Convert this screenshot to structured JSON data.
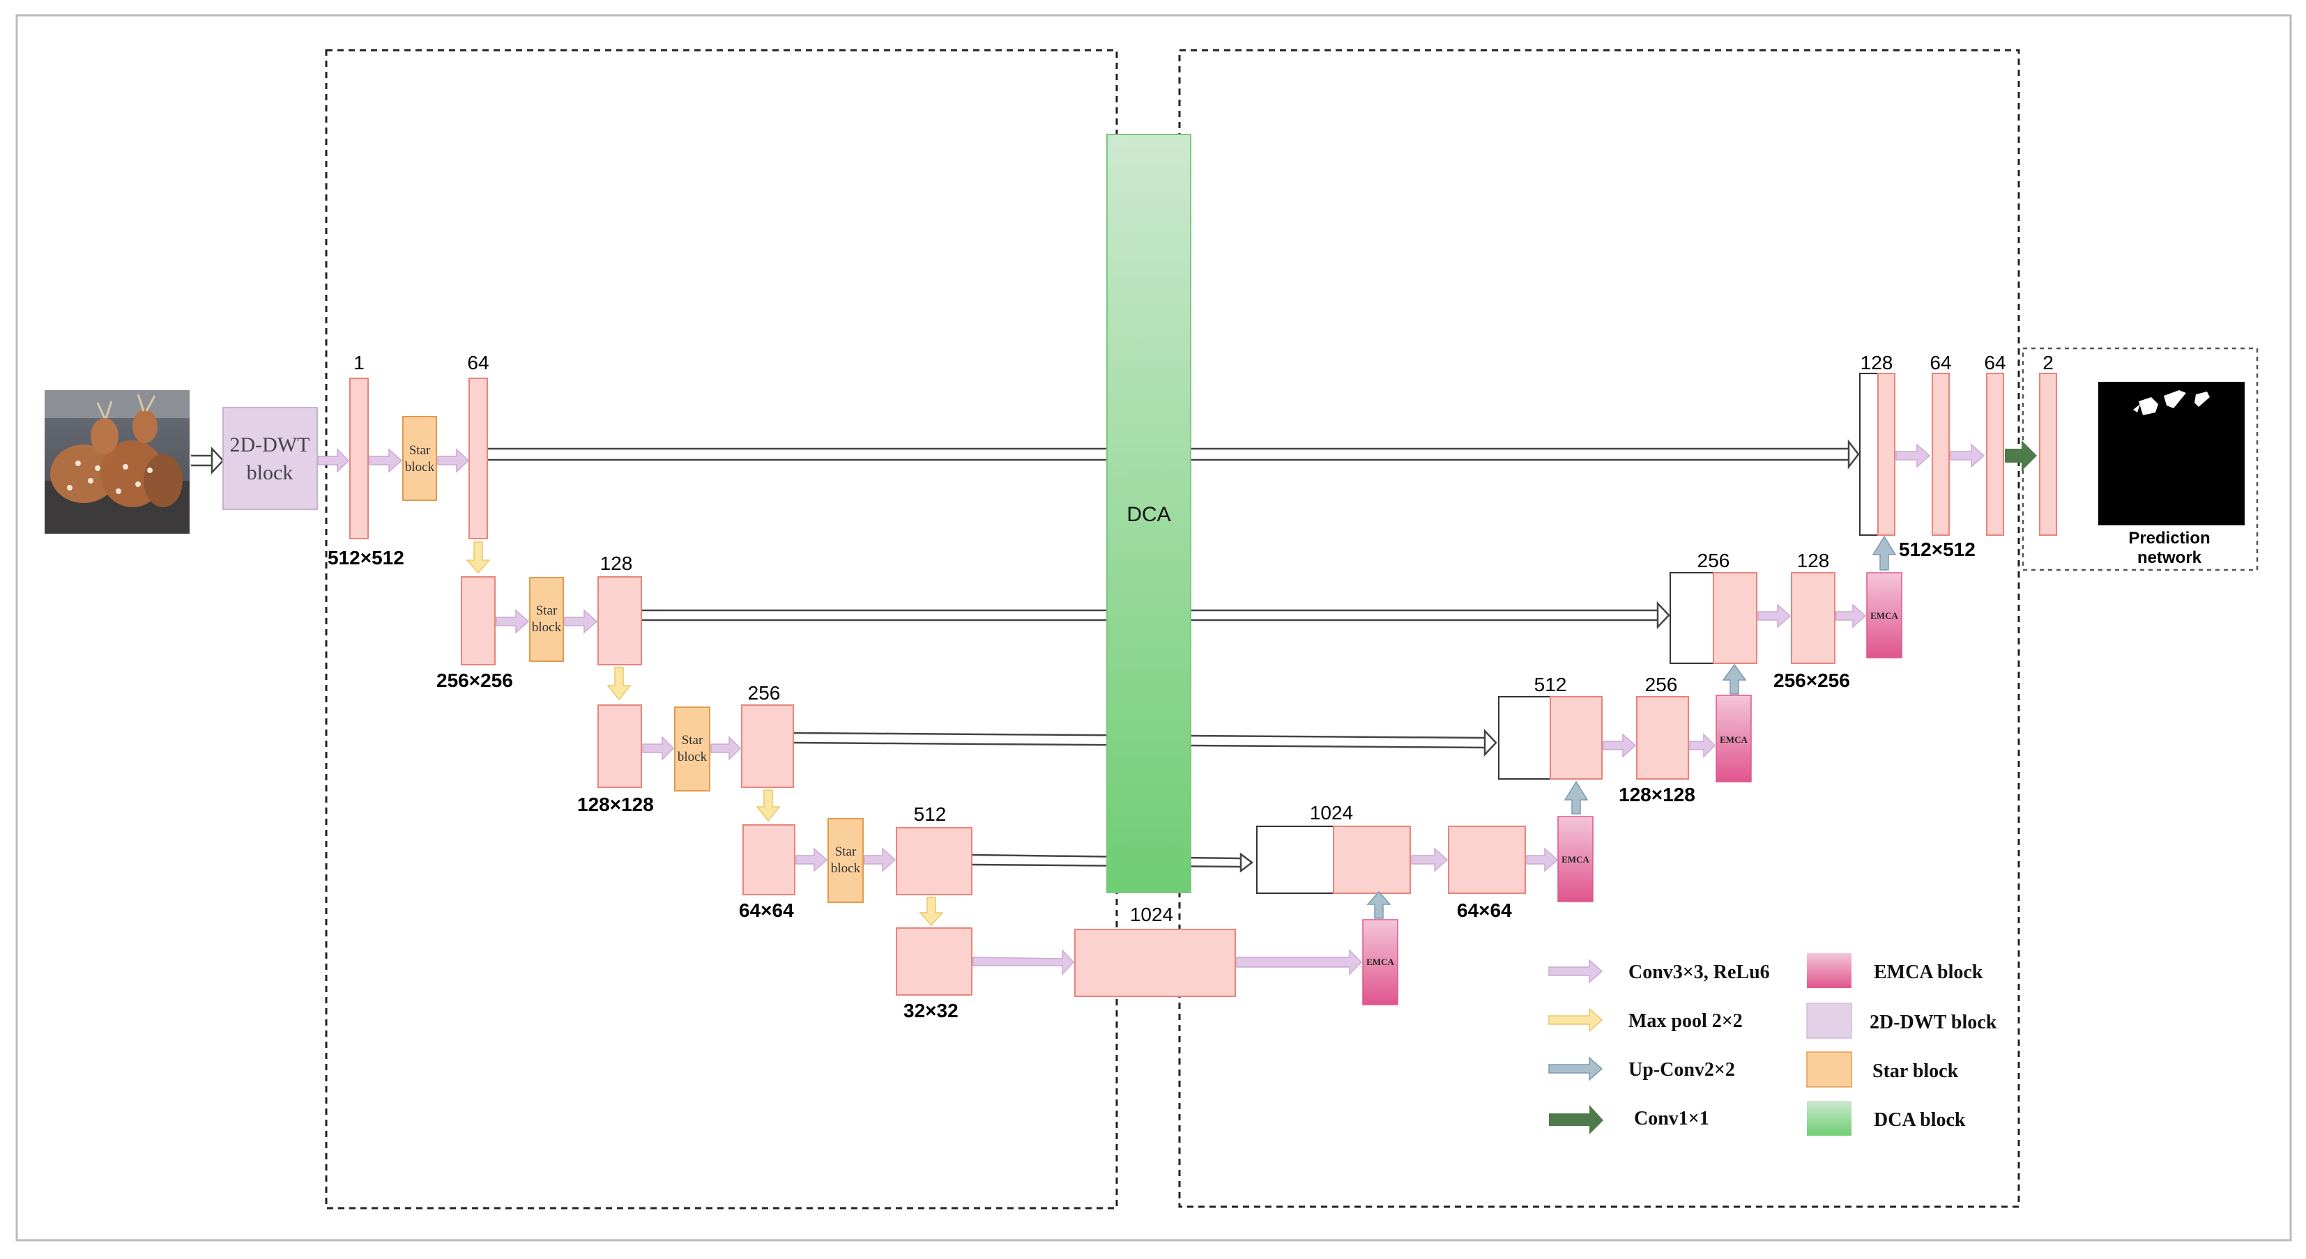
{
  "blocks": {
    "dwt": [
      "2D-DWT",
      "block"
    ],
    "star": [
      "Star",
      "block"
    ],
    "emca": "EMCA",
    "dca": "DCA"
  },
  "channels": {
    "enc1_in": "1",
    "enc1_out": "64",
    "enc2": "128",
    "enc3": "256",
    "enc4": "512",
    "bottleneck": "1024",
    "dec4_cat": "1024",
    "dec3_cat": "512",
    "dec3_out": "256",
    "dec2_cat": "256",
    "dec2_out": "128",
    "dec1_cat": "128",
    "dec1_a": "64",
    "dec1_b": "64",
    "final": "2"
  },
  "resolutions": {
    "r512_left": "512×512",
    "r256_left": "256×256",
    "r128_left": "128×128",
    "r64_left": "64×64",
    "r32": "32×32",
    "r64_right": "64×64",
    "r128_right": "128×128",
    "r256_right": "256×256",
    "r512_right": "512×512"
  },
  "prediction": [
    "Prediction",
    "network"
  ],
  "legend": {
    "conv": "Conv3×3, ReLu6",
    "maxpool": "Max pool 2×2",
    "upconv": "Up-Conv2×2",
    "conv1": "Conv1×1",
    "emca": "EMCA block",
    "dwt": "2D-DWT block",
    "star": "Star block",
    "dca": "DCA block"
  },
  "colors": {
    "feature_fill": "#fcd2cf",
    "feature_stroke": "#e8847a",
    "star_fill": "#fbcf9c",
    "star_stroke": "#e09a4c",
    "dwt_fill": "#e3d1e8",
    "conv_arrow": "#e2c8e8",
    "maxpool_arrow": "#fde6a4",
    "upconv_arrow": "#a9bfcc",
    "conv1_arrow": "#4f7a4a",
    "dca_top": "#cde9cf",
    "dca_bottom": "#6fcd73",
    "emca_top": "#f3bfd4",
    "emca_bottom": "#e0558e"
  }
}
